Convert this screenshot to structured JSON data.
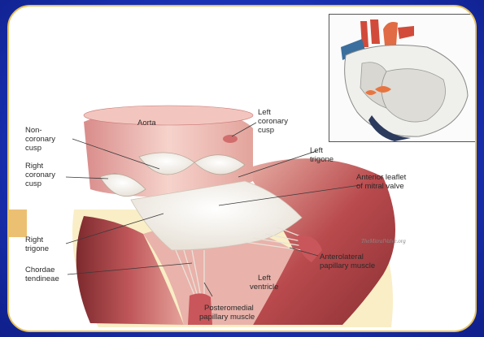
{
  "labels": {
    "aorta": "Aorta",
    "non_coronary_cusp": [
      "Non-",
      "coronary",
      "cusp"
    ],
    "left_coronary_cusp": [
      "Left",
      "coronary",
      "cusp"
    ],
    "right_coronary_cusp": [
      "Right",
      "coronary",
      "cusp"
    ],
    "left_trigone": [
      "Left",
      "trigone"
    ],
    "anterior_leaflet": [
      "Anterior leaflet",
      "of mitral valve"
    ],
    "right_trigone": [
      "Right",
      "trigone"
    ],
    "chordae_tendineae": [
      "Chordae",
      "tendineae"
    ],
    "left_ventricle": [
      "Left",
      "ventricle"
    ],
    "anterolateral_papillary": [
      "Anterolateral",
      "papillary muscle"
    ],
    "posteromedial_papillary": [
      "Posteromedial",
      "papillary muscle"
    ]
  },
  "watermark": "TheMitralValve.org",
  "colors": {
    "background": "#1b34b8",
    "frame_border": "#e8c15a",
    "muscle": "#b8464a",
    "tissue_light": "#f3c9c2",
    "valve": "#f4f1ec"
  }
}
